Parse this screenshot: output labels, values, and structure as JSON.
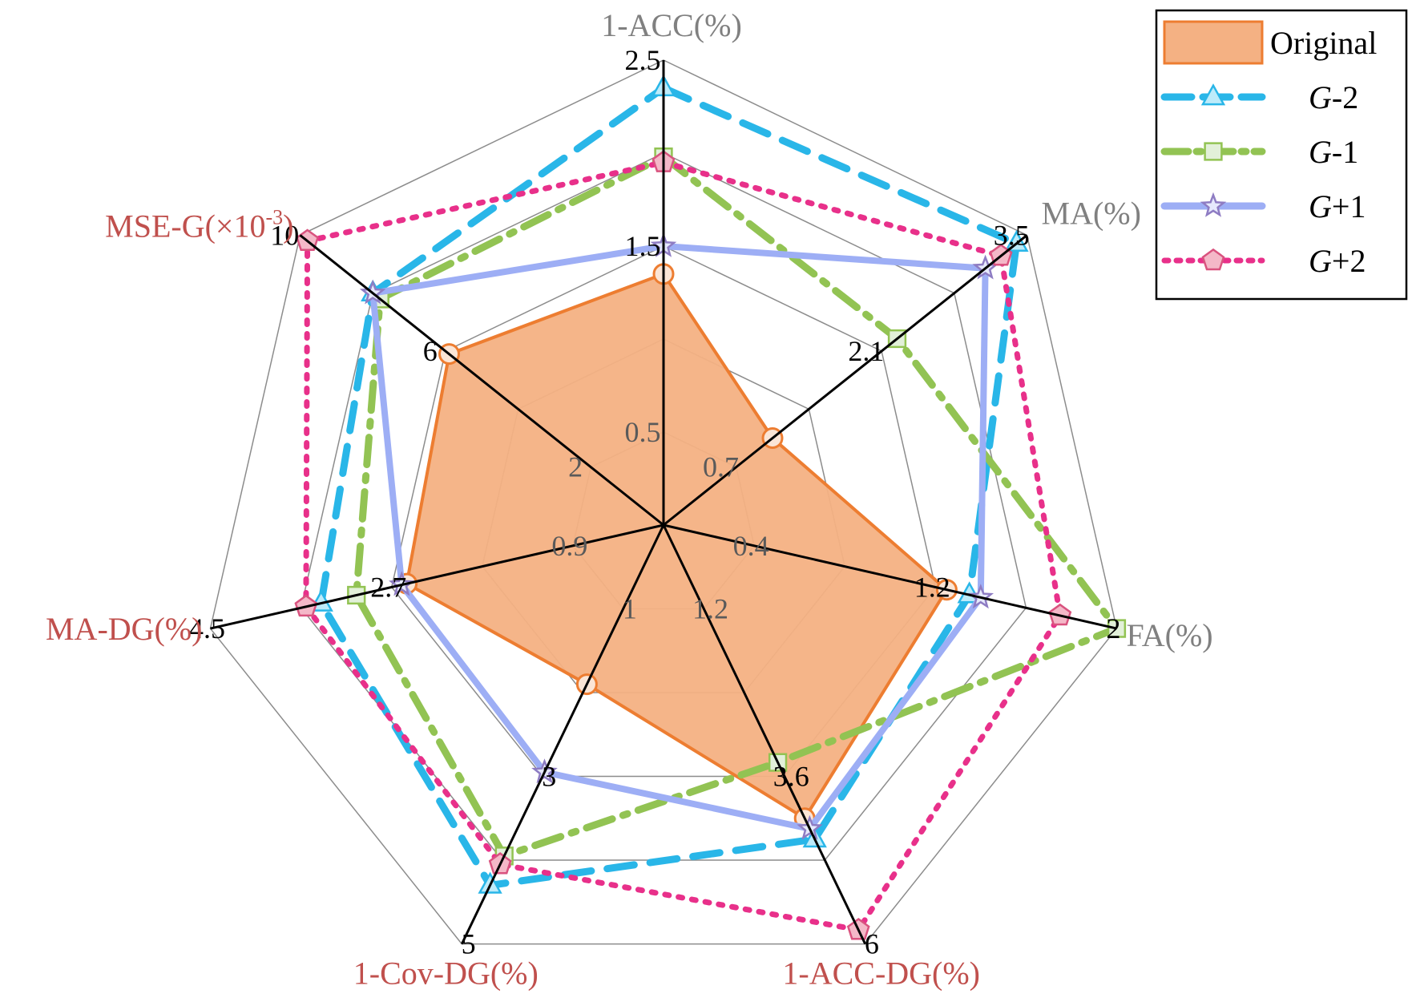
{
  "chart_data": {
    "type": "radar",
    "axes": [
      {
        "label": "1-ACC(%)",
        "label_color": "#808080",
        "ticks": [
          "0.5",
          "1.5",
          "2.5"
        ],
        "ticks_shown": [
          true,
          true,
          true
        ],
        "range": [
          0,
          2.5
        ]
      },
      {
        "label": "MA(%)",
        "label_color": "#808080",
        "ticks": [
          "0.7",
          "2.1",
          "3.5"
        ],
        "ticks_shown": [
          true,
          true,
          true
        ],
        "range": [
          0,
          3.5
        ]
      },
      {
        "label": "FA(%)",
        "label_color": "#808080",
        "ticks": [
          "0.4",
          "1.2",
          "2"
        ],
        "ticks_shown": [
          true,
          true,
          true
        ],
        "range": [
          0,
          2
        ]
      },
      {
        "label": "1-ACC-DG(%)",
        "label_color": "#C0504D",
        "ticks": [
          "1.2",
          "3.6",
          "6"
        ],
        "ticks_shown": [
          true,
          true,
          true
        ],
        "range": [
          0,
          6
        ]
      },
      {
        "label": "1-Cov-DG(%)",
        "label_color": "#C0504D",
        "ticks": [
          "1",
          "3",
          "5"
        ],
        "ticks_shown": [
          true,
          true,
          true
        ],
        "range": [
          0,
          5
        ]
      },
      {
        "label": "MA-DG(%)",
        "label_color": "#C0504D",
        "ticks": [
          "0.9",
          "2.7",
          "4.5"
        ],
        "ticks_shown": [
          true,
          true,
          true
        ],
        "range": [
          0,
          4.5
        ]
      },
      {
        "label_prefix": "MSE-G(×10",
        "label_sup": "-3",
        "label_suffix": ")",
        "label_color": "#C0504D",
        "ticks": [
          "2",
          "6",
          "10"
        ],
        "ticks_shown": [
          true,
          true,
          true
        ],
        "range": [
          0,
          10
        ]
      }
    ],
    "series": [
      {
        "name": "Original",
        "style": "area",
        "color": "#ED7D31",
        "fill": "#F4B183",
        "marker": "circle",
        "values": [
          1.35,
          1.05,
          1.25,
          4.2,
          1.9,
          2.55,
          5.9
        ]
      },
      {
        "name_prefix": "G",
        "name_suffix": "-2",
        "style": "dash",
        "color": "#29B6E8",
        "marker": "triangle",
        "values": [
          2.35,
          3.4,
          1.35,
          4.5,
          4.3,
          3.4,
          8.0
        ]
      },
      {
        "name_prefix": "G",
        "name_suffix": "-1",
        "style": "dashdot",
        "color": "#92C353",
        "marker": "square",
        "values": [
          1.98,
          2.25,
          2.0,
          3.4,
          3.95,
          3.05,
          7.8
        ]
      },
      {
        "name_prefix": "G",
        "name_suffix": "+1",
        "style": "solid",
        "color": "#9DAEF5",
        "marker": "star",
        "values": [
          1.5,
          3.1,
          1.4,
          4.35,
          2.95,
          2.6,
          8.0
        ]
      },
      {
        "name_prefix": "G",
        "name_suffix": "+2",
        "style": "dot",
        "color": "#E8308A",
        "marker": "pentagon",
        "values": [
          1.95,
          3.25,
          1.75,
          5.8,
          4.05,
          3.55,
          9.8
        ]
      }
    ],
    "legend": {
      "position": "top-right"
    },
    "grid": true,
    "grid_levels": 5
  }
}
